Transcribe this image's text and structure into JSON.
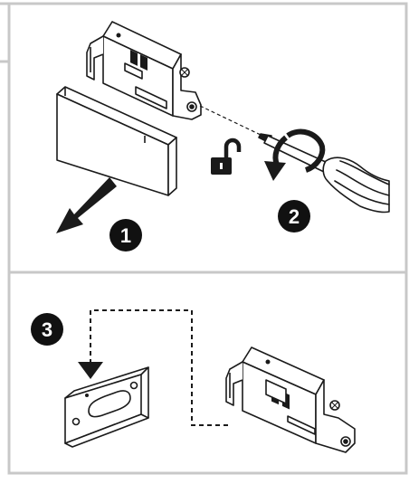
{
  "figure": {
    "panels": [
      {
        "name": "panel-top",
        "steps": [
          {
            "number": "1",
            "action": "slide-cover-off"
          },
          {
            "number": "2",
            "action": "turn-screw-counterclockwise"
          }
        ],
        "icons": [
          "unlock-icon",
          "screwdriver-icon",
          "rotation-arrow-icon",
          "direction-arrow-icon"
        ]
      },
      {
        "name": "panel-bottom",
        "steps": [
          {
            "number": "3",
            "action": "mount-bracket"
          }
        ],
        "icons": [
          "dashed-path-arrow-icon"
        ]
      }
    ],
    "colors": {
      "line": "#1a1a1a",
      "panel_border": "#c8c8c8",
      "badge_fill": "#111111",
      "badge_text": "#ffffff",
      "part_fill": "#ffffff"
    }
  }
}
